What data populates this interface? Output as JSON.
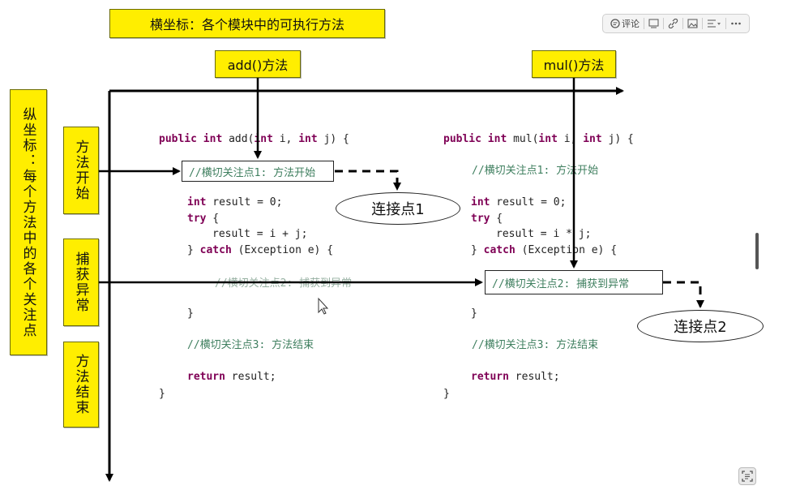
{
  "labels": {
    "x_axis_title": "横坐标：各个模块中的可执行方法",
    "y_axis_title": "纵坐标：每个方法中的各个关注点",
    "method_add": "add()方法",
    "method_mul": "mul()方法",
    "row_start": "方法开始",
    "row_catch": "捕获异常",
    "row_end": "方法结束",
    "joinpoint_1": "连接点1",
    "joinpoint_2": "连接点2"
  },
  "code_add": {
    "signature_kw": "public int",
    "signature_rest": " add(",
    "param1_kw": "int",
    "param1_rest": " i, ",
    "param2_kw": "int",
    "param2_rest": " j) {",
    "comment1": "//横切关注点1: 方法开始",
    "line_result_kw": "int",
    "line_result_rest": " result = 0;",
    "line_try": "try",
    "line_try_rest": " {",
    "line_assign": "result = i + j;",
    "line_catch_open": "} ",
    "line_catch_kw": "catch",
    "line_catch_rest": " (Exception e) {",
    "comment2": "//横切关注点2: 捕获到异常",
    "line_close_inner": "}",
    "comment3": "//横切关注点3: 方法结束",
    "line_return_kw": "return",
    "line_return_rest": " result;",
    "line_close": "}"
  },
  "code_mul": {
    "signature_kw": "public int",
    "signature_rest": " mul(",
    "param1_kw": "int",
    "param1_rest": " i, ",
    "param2_kw": "int",
    "param2_rest": " j) {",
    "comment1": "//横切关注点1: 方法开始",
    "line_result_kw": "int",
    "line_result_rest": " result = 0;",
    "line_try": "try",
    "line_try_rest": " {",
    "line_assign": "result = i * j;",
    "line_catch_open": "} ",
    "line_catch_kw": "catch",
    "line_catch_rest": " (Exception e) {",
    "comment2": "//横切关注点2: 捕获到异常",
    "line_close_inner": "}",
    "comment3": "//横切关注点3: 方法结束",
    "line_return_kw": "return",
    "line_return_rest": " result;",
    "line_close": "}"
  },
  "toolbar": {
    "comment_label": "评论"
  },
  "colors": {
    "label_yellow": "#ffee00",
    "keyword": "#7f0055",
    "comment": "#3f7f5f",
    "arrow": "#000000"
  },
  "icons": [
    "comment-icon",
    "format-icon",
    "link-icon",
    "image-icon",
    "align-icon",
    "more-icon",
    "screen-text-icon",
    "cursor-icon"
  ]
}
